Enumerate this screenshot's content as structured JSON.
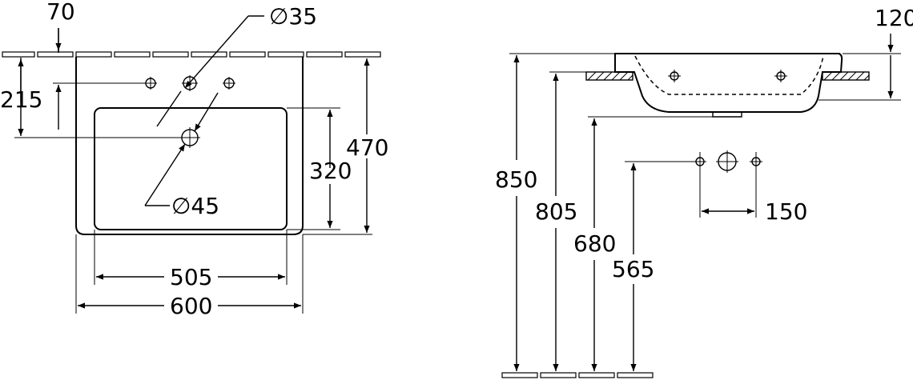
{
  "plan_view": {
    "dims": {
      "d70": "70",
      "d215": "215",
      "dia35": "∅35",
      "dia45": "∅45",
      "d320": "320",
      "d470": "470",
      "d505": "505",
      "d600": "600"
    }
  },
  "side_view": {
    "dims": {
      "d120": "120",
      "d850": "850",
      "d805": "805",
      "d680": "680",
      "d565": "565",
      "d150": "150"
    }
  }
}
